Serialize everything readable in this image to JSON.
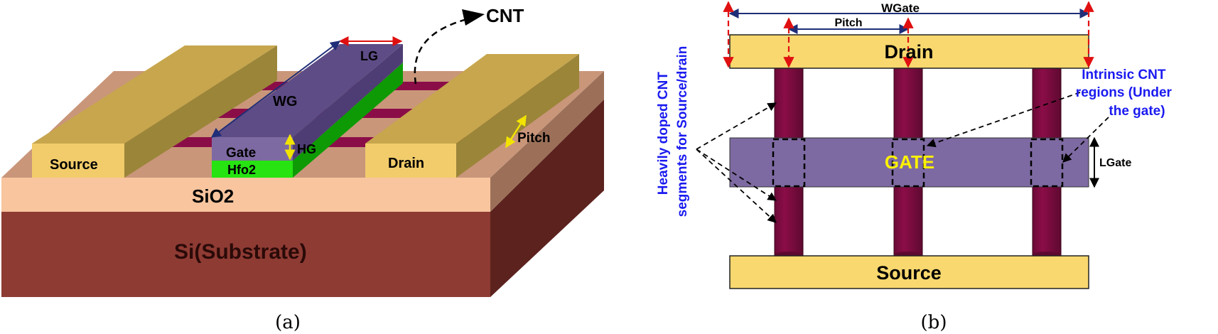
{
  "panel_a": {
    "caption": "(a)",
    "cnt_label": "CNT",
    "lg_label": "LG",
    "wg_label": "WG",
    "gate_label": "Gate",
    "hg_label": "HG",
    "hfo2_label": "Hfo2",
    "source_label": "Source",
    "drain_label": "Drain",
    "pitch_label": "Pitch",
    "sio2_label": "SiO2",
    "substrate_label": "Si(Substrate)"
  },
  "panel_b": {
    "caption": "(b)",
    "wgate_label": "WGate",
    "pitch_label": "Pitch",
    "drain_label": "Drain",
    "source_label": "Source",
    "gate_label": "GATE",
    "lgate_label": "LGate",
    "intrinsic_label_lines": [
      "Intrinsic CNT",
      "regions (Under",
      "the gate)"
    ],
    "doped_label_lines": [
      "Heavily doped CNT",
      "segments for Source/drain"
    ]
  },
  "colors": {
    "electrode_face": "#F2CC6B",
    "electrode_top": "#C7A64D",
    "electrode_side": "#9B8539",
    "cnt": "#8B0D48",
    "gate": "#7E6AA2",
    "gate_top": "#5E4C86",
    "hfo2": "#27E312",
    "hfo2_side": "#0E9A05",
    "sio2": "#F8C59E",
    "sio2_top": "#C9967A",
    "substrate": "#8E3B33",
    "substrate_side": "#5C221E",
    "label_blue": "#1A1AF0",
    "dim_red": "#E01010",
    "dim_navy": "#1F2E78",
    "dim_yellow": "#F2E400"
  }
}
